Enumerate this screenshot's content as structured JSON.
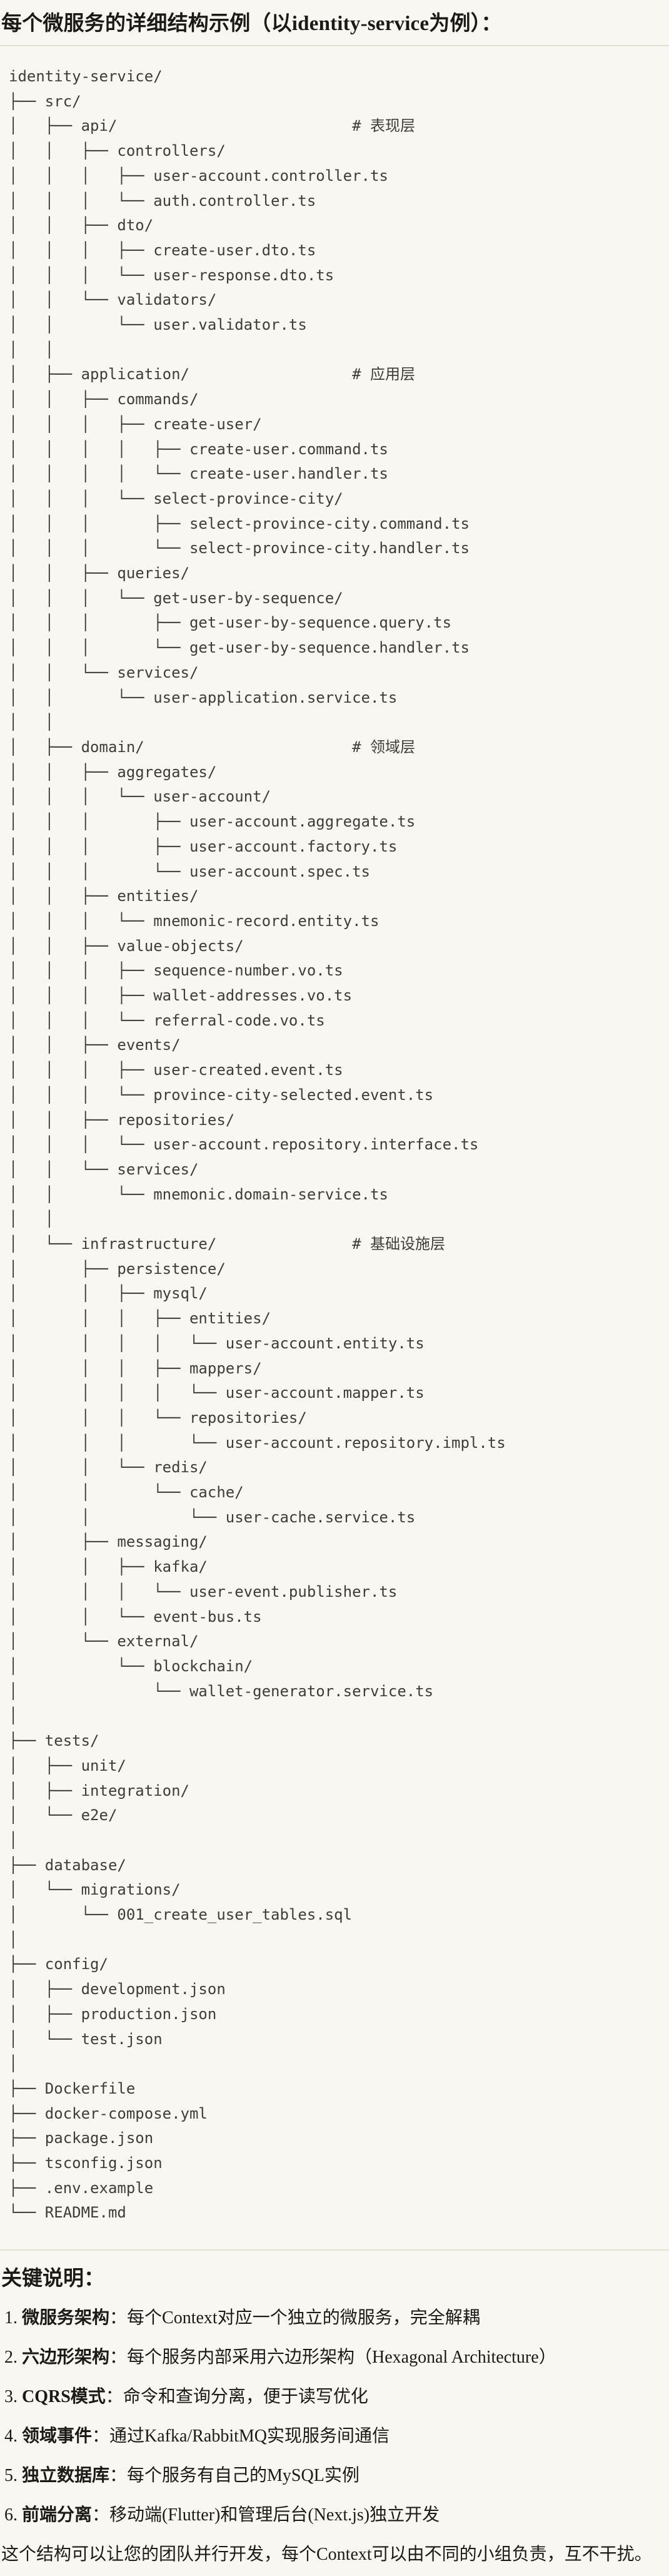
{
  "page": {
    "title": "每个微服务的详细结构示例（以identity-service为例）："
  },
  "tree": {
    "lines": [
      "identity-service/",
      "├── src/",
      "│   ├── api/                          # 表现层",
      "│   │   ├── controllers/",
      "│   │   │   ├── user-account.controller.ts",
      "│   │   │   └── auth.controller.ts",
      "│   │   ├── dto/",
      "│   │   │   ├── create-user.dto.ts",
      "│   │   │   └── user-response.dto.ts",
      "│   │   └── validators/",
      "│   │       └── user.validator.ts",
      "│   │",
      "│   ├── application/                  # 应用层",
      "│   │   ├── commands/",
      "│   │   │   ├── create-user/",
      "│   │   │   │   ├── create-user.command.ts",
      "│   │   │   │   └── create-user.handler.ts",
      "│   │   │   └── select-province-city/",
      "│   │   │       ├── select-province-city.command.ts",
      "│   │   │       └── select-province-city.handler.ts",
      "│   │   ├── queries/",
      "│   │   │   └── get-user-by-sequence/",
      "│   │   │       ├── get-user-by-sequence.query.ts",
      "│   │   │       └── get-user-by-sequence.handler.ts",
      "│   │   └── services/",
      "│   │       └── user-application.service.ts",
      "│   │",
      "│   ├── domain/                       # 领域层",
      "│   │   ├── aggregates/",
      "│   │   │   └── user-account/",
      "│   │   │       ├── user-account.aggregate.ts",
      "│   │   │       ├── user-account.factory.ts",
      "│   │   │       └── user-account.spec.ts",
      "│   │   ├── entities/",
      "│   │   │   └── mnemonic-record.entity.ts",
      "│   │   ├── value-objects/",
      "│   │   │   ├── sequence-number.vo.ts",
      "│   │   │   ├── wallet-addresses.vo.ts",
      "│   │   │   └── referral-code.vo.ts",
      "│   │   ├── events/",
      "│   │   │   ├── user-created.event.ts",
      "│   │   │   └── province-city-selected.event.ts",
      "│   │   ├── repositories/",
      "│   │   │   └── user-account.repository.interface.ts",
      "│   │   └── services/",
      "│   │       └── mnemonic.domain-service.ts",
      "│   │",
      "│   └── infrastructure/               # 基础设施层",
      "│       ├── persistence/",
      "│       │   ├── mysql/",
      "│       │   │   ├── entities/",
      "│       │   │   │   └── user-account.entity.ts",
      "│       │   │   ├── mappers/",
      "│       │   │   │   └── user-account.mapper.ts",
      "│       │   │   └── repositories/",
      "│       │   │       └── user-account.repository.impl.ts",
      "│       │   └── redis/",
      "│       │       └── cache/",
      "│       │           └── user-cache.service.ts",
      "│       ├── messaging/",
      "│       │   ├── kafka/",
      "│       │   │   └── user-event.publisher.ts",
      "│       │   └── event-bus.ts",
      "│       └── external/",
      "│           └── blockchain/",
      "│               └── wallet-generator.service.ts",
      "│",
      "├── tests/",
      "│   ├── unit/",
      "│   ├── integration/",
      "│   └── e2e/",
      "│",
      "├── database/",
      "│   └── migrations/",
      "│       └── 001_create_user_tables.sql",
      "│",
      "├── config/",
      "│   ├── development.json",
      "│   ├── production.json",
      "│   └── test.json",
      "│",
      "├── Dockerfile",
      "├── docker-compose.yml",
      "├── package.json",
      "├── tsconfig.json",
      "├── .env.example",
      "└── README.md"
    ]
  },
  "notes": {
    "heading": "关键说明：",
    "items": [
      {
        "num": "1.",
        "term": "微服务架构",
        "sep": "：",
        "desc": "每个Context对应一个独立的微服务，完全解耦"
      },
      {
        "num": "2.",
        "term": "六边形架构",
        "sep": "：",
        "desc": "每个服务内部采用六边形架构（Hexagonal Architecture）"
      },
      {
        "num": "3.",
        "term": "CQRS模式",
        "sep": "：",
        "desc": "命令和查询分离，便于读写优化"
      },
      {
        "num": "4.",
        "term": "领域事件",
        "sep": "：",
        "desc": "通过Kafka/RabbitMQ实现服务间通信"
      },
      {
        "num": "5.",
        "term": "独立数据库",
        "sep": "：",
        "desc": "每个服务有自己的MySQL实例"
      },
      {
        "num": "6.",
        "term": "前端分离",
        "sep": "：",
        "desc": "移动端(Flutter)和管理后台(Next.js)独立开发"
      }
    ],
    "footer": "这个结构可以让您的团队并行开发，每个Context可以由不同的小组负责，互不干扰。"
  },
  "colors": {
    "page_background": "#f9f7f2",
    "divider": "#e3e0d6",
    "code_text": "#3e3d38",
    "body_text": "#1b1a16"
  }
}
